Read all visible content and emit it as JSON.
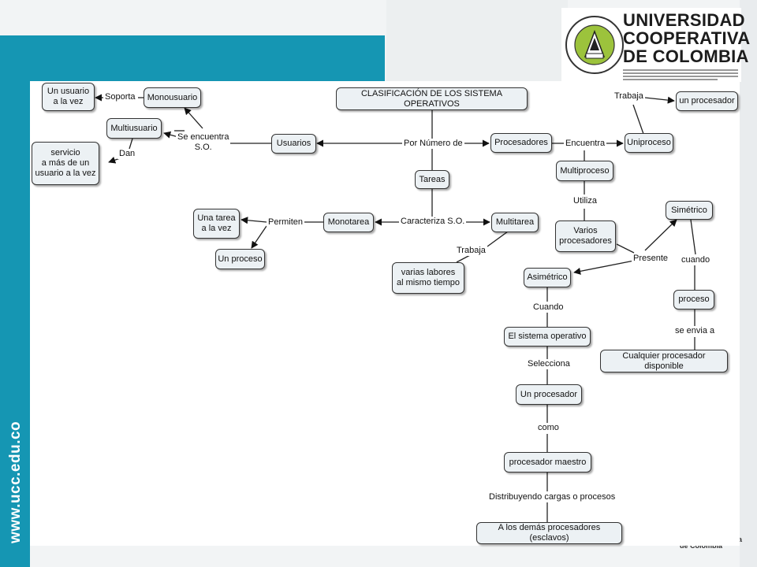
{
  "site": {
    "url": "www.ucc.edu.co",
    "footer": "de Colombia",
    "footer_fragment": "a"
  },
  "logo": {
    "line1": "UNIVERSIDAD",
    "line2": "COOPERATIVA",
    "line3": "DE COLOMBIA",
    "colors": {
      "seal_green": "#9cc33c",
      "text": "#1c1c1c"
    }
  },
  "colors": {
    "brand_teal": "#1596b3",
    "node_fill": "#ecf1f4"
  },
  "map": {
    "title": "CLASIFICACIÓN DE LOS SISTEMA OPERATIVOS",
    "concepts": {
      "un_usuario": "Un usuario\na la vez",
      "monousuario": "Monousuario",
      "multiusuario": "Multiusuario",
      "servicio": "servicio\na más de un\nusuario a la vez",
      "usuarios": "Usuarios",
      "procesadores": "Procesadores",
      "uniproceso": "Uniproceso",
      "un_procesador_top": "un procesador",
      "multiproceso": "Multiproceso",
      "tareas": "Tareas",
      "una_tarea": "Una tarea\na la vez",
      "un_proceso": "Un proceso",
      "monotarea": "Monotarea",
      "multitarea": "Multitarea",
      "varias_labores": "varias labores\nal mismo tiempo",
      "varios_procesadores": "Varios\nprocesadores",
      "simetrico": "Simétrico",
      "asimetrico": "Asimétrico",
      "proceso": "proceso",
      "sistema_operativo": "El sistema operativo",
      "cualquier": "Cualquier procesador disponible",
      "un_procesador": "Un procesador",
      "maestro": "procesador maestro",
      "esclavos": "A los demás procesadores (esclavos)"
    },
    "links": {
      "soporta": "Soporta",
      "se_encuentra": "Se encuentra\nS.O.",
      "dan": "Dan",
      "por_numero": "Por Número de",
      "encuentra": "Encuentra",
      "trabaja_top": "Trabaja",
      "utiliza": "Utiliza",
      "permiten": "Permiten",
      "caracteriza": "Caracteriza S.O.",
      "trabaja": "Trabaja",
      "presente": "Presente",
      "cuando_lower": "cuando",
      "cuando": "Cuando",
      "se_envia": "se envia a",
      "selecciona": "Selecciona",
      "como": "como",
      "distribuyendo": "Distribuyendo cargas o procesos"
    }
  }
}
